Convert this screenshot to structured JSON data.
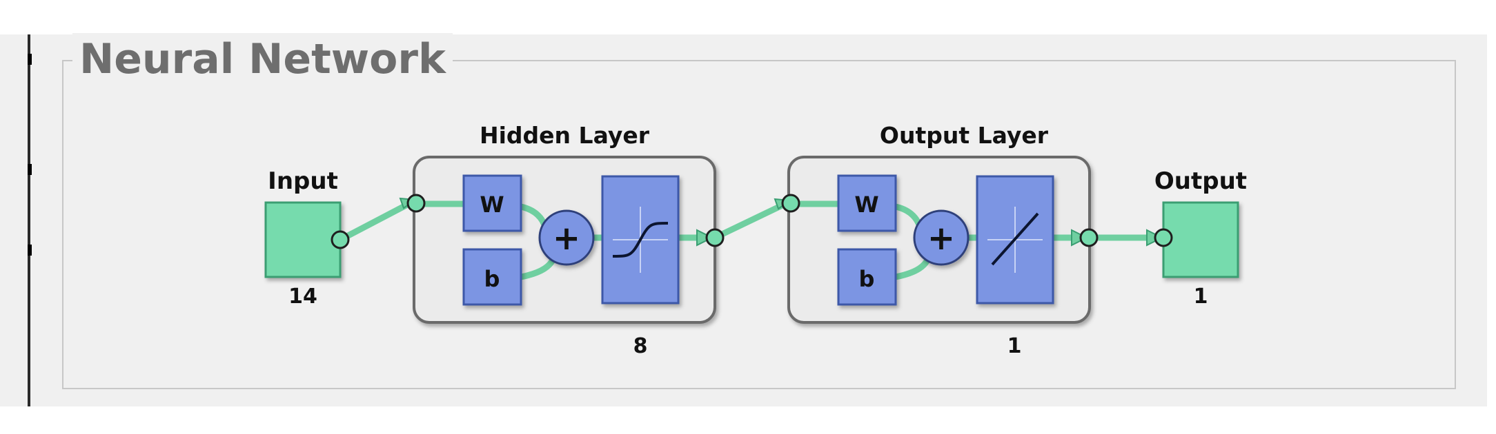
{
  "group": {
    "title": "Neural Network"
  },
  "input": {
    "label": "Input",
    "size": "14"
  },
  "hidden_layer": {
    "label": "Hidden Layer",
    "weight_label": "W",
    "bias_label": "b",
    "sum_label": "+",
    "transfer": "sigmoid",
    "size": "8"
  },
  "output_layer": {
    "label": "Output Layer",
    "weight_label": "W",
    "bias_label": "b",
    "sum_label": "+",
    "transfer": "linear",
    "size": "1"
  },
  "output": {
    "label": "Output",
    "size": "1"
  },
  "colors": {
    "background": "#f0f0f0",
    "node_green": "#76dbad",
    "block_blue": "#7b95e3",
    "block_border": "#3e58a8",
    "connector": "#6fcfa0",
    "frame": "#6b6b6b",
    "title_gray": "#6e6e6e"
  }
}
